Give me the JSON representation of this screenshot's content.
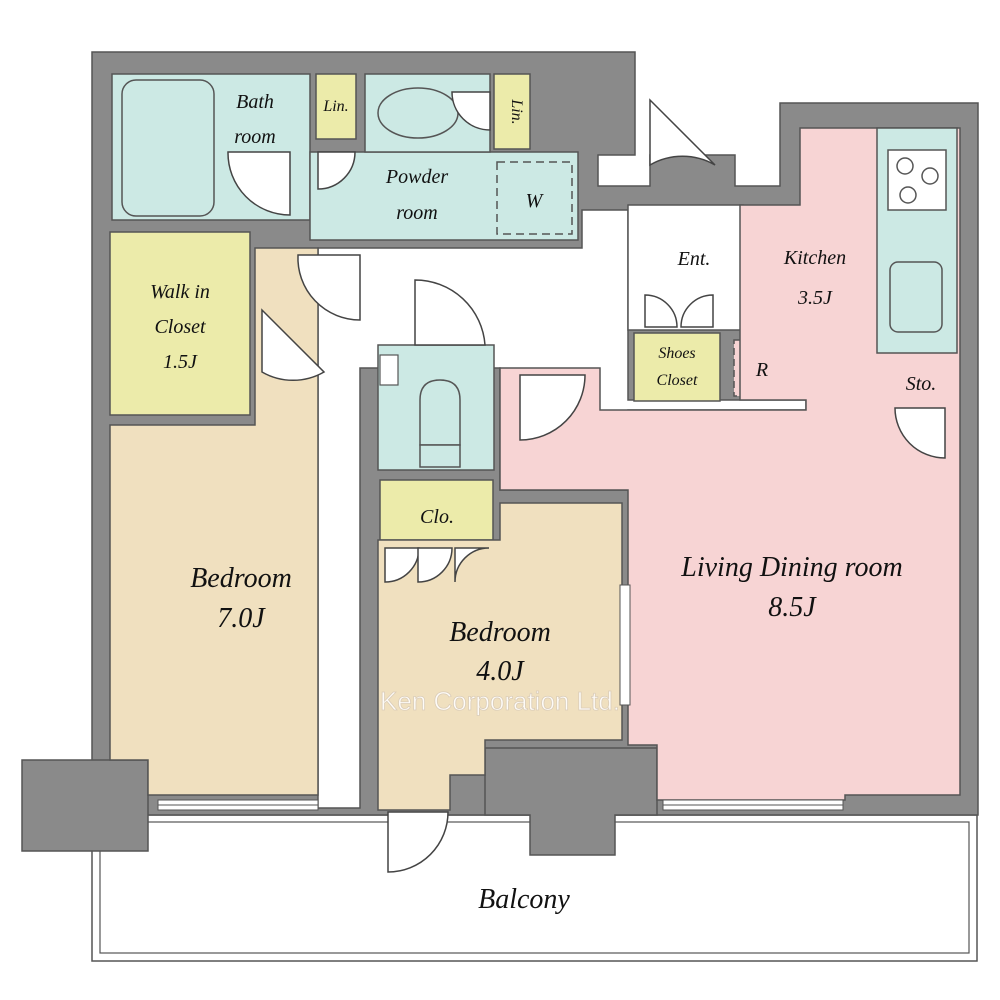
{
  "rooms": {
    "bath": {
      "line1": "Bath",
      "line2": "room"
    },
    "lin_left": "Lin.",
    "lin_right": "Lin.",
    "powder": {
      "line1": "Powder",
      "line2": "room"
    },
    "washer": "W",
    "walk_in_closet": {
      "line1": "Walk in",
      "line2": "Closet",
      "size": "1.5J"
    },
    "entrance": "Ent.",
    "kitchen": {
      "name": "Kitchen",
      "size": "3.5J"
    },
    "shoes_closet": {
      "line1": "Shoes",
      "line2": "Closet"
    },
    "refrigerator": "R",
    "storage": "Sto.",
    "closet": "Clo.",
    "bedroom_large": {
      "name": "Bedroom",
      "size": "7.0J"
    },
    "bedroom_small": {
      "name": "Bedroom",
      "size": "4.0J"
    },
    "living_dining": {
      "name": "Living Dining room",
      "size": "8.5J"
    },
    "balcony": "Balcony"
  },
  "watermark": "Ken Corporation Ltd.",
  "colors": {
    "wet_area": "#cce9e4",
    "closet": "#ecebaa",
    "bedroom": "#f0e0bf",
    "living": "#f7d4d4",
    "wall": "#8a8a8a",
    "hall": "#ffffff"
  }
}
